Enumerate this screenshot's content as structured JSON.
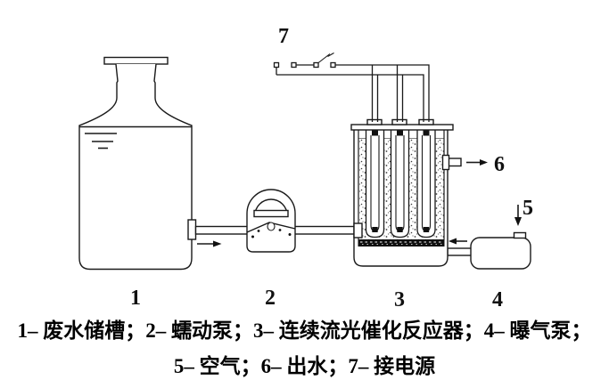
{
  "figure": {
    "background": "#ffffff",
    "ink_color": "#1a1a1a",
    "part_labels": {
      "tank": "1",
      "pump": "2",
      "reactor": "3",
      "aerator": "4",
      "air": "5",
      "outlet": "6",
      "power": "7"
    },
    "caption": {
      "line1": "1– 废水储槽；2– 蠕动泵；3– 连续流光催化反应器；4– 曝气泵；",
      "line2": "5– 空气；6– 出水；7– 接电源"
    },
    "legend_entries": [
      {
        "num": "1",
        "name": "废水储槽"
      },
      {
        "num": "2",
        "name": "蠕动泵"
      },
      {
        "num": "3",
        "name": "连续流光催化反应器"
      },
      {
        "num": "4",
        "name": "曝气泵"
      },
      {
        "num": "5",
        "name": "空气"
      },
      {
        "num": "6",
        "name": "出水"
      },
      {
        "num": "7",
        "name": "接电源"
      }
    ]
  }
}
